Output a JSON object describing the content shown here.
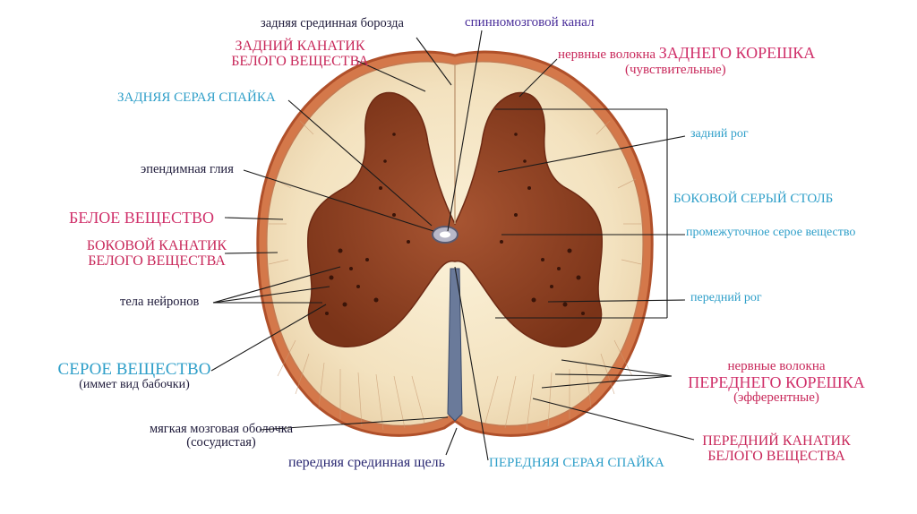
{
  "labels": {
    "posterior_median_sulcus": "задняя срединная борозда",
    "central_canal": "спинномозговой канал",
    "posterior_funiculus_1": "ЗАДНИЙ КАНАТИК",
    "posterior_funiculus_2": "БЕЛОГО ВЕЩЕСТВА",
    "posterior_root_fibers_1": "нервные волокна ",
    "posterior_root_fibers_2": "ЗАДНЕГО КОРЕШКА",
    "posterior_root_fibers_3": "(чувствительные)",
    "posterior_gray_commissure": "ЗАДНЯЯ СЕРАЯ СПАЙКА",
    "posterior_horn": "задний рог",
    "ependymal_glia": "эпендимная глия",
    "lateral_gray_column": "БОКОВОЙ СЕРЫЙ СТОЛБ",
    "white_matter": "БЕЛОЕ ВЕЩЕСТВО",
    "intermediate_gray": "промежуточное серое вещество",
    "lateral_funiculus_1": "БОКОВОЙ КАНАТИК",
    "lateral_funiculus_2": "БЕЛОГО ВЕЩЕСТВА",
    "neuron_bodies": "тела нейронов",
    "anterior_horn": "передний рог",
    "gray_matter_1": "СЕРОЕ ВЕЩЕСТВО",
    "gray_matter_2": "(иммет вид бабочки)",
    "anterior_root_fibers_1": "нервные волокна",
    "anterior_root_fibers_2": "ПЕРЕДНЕГО КОРЕШКА",
    "anterior_root_fibers_3": "(эфферентные)",
    "pia_mater_1": "мягкая мозговая оболочка",
    "pia_mater_2": "(сосудистая)",
    "anterior_funiculus_1": "ПЕРЕДНИЙ КАНАТИК",
    "anterior_funiculus_2": "БЕЛОГО ВЕЩЕСТВА",
    "anterior_median_fissure": "передняя срединная щель",
    "anterior_gray_commissure": "ПЕРЕДНЯЯ СЕРАЯ СПАЙКА"
  },
  "colors": {
    "pia": "#c8643c",
    "white_matter": "#f4e6c8",
    "gray_matter": "#9a4a2a",
    "gray_matter_dark": "#6e2a14",
    "canal": "#8a8aa0",
    "pointer": "#1a1a1a"
  }
}
